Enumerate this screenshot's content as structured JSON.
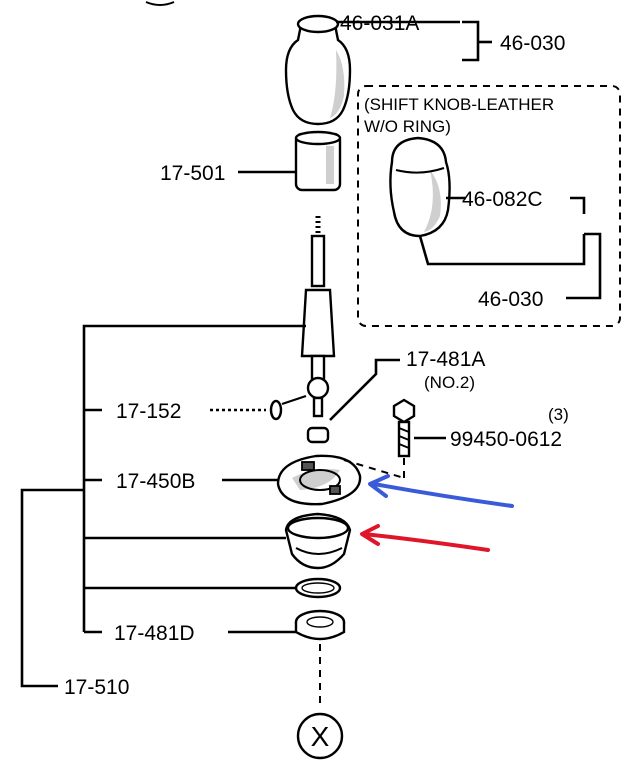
{
  "labels": {
    "top_knob_cap": "46-031A",
    "top_knob_assy": "46-030",
    "inset_title_line1": "(SHIFT KNOB-LEATHER",
    "inset_title_line2": "W/O RING)",
    "inset_knob": "46-082C",
    "inset_knob_assy": "46-030",
    "boot_sleeve": "17-501",
    "lever_clip": "17-152",
    "bushing": "17-481A",
    "bushing_note": "(NO.2)",
    "bolt_qty": "(3)",
    "bolt": "99450-0612",
    "retainer": "17-450B",
    "seat_ring": "17-481D",
    "lever_assy": "17-510",
    "connector": "X"
  },
  "annotation_colors": {
    "blue_arrow": "#3a5bd9",
    "red_arrow": "#e0152a"
  }
}
